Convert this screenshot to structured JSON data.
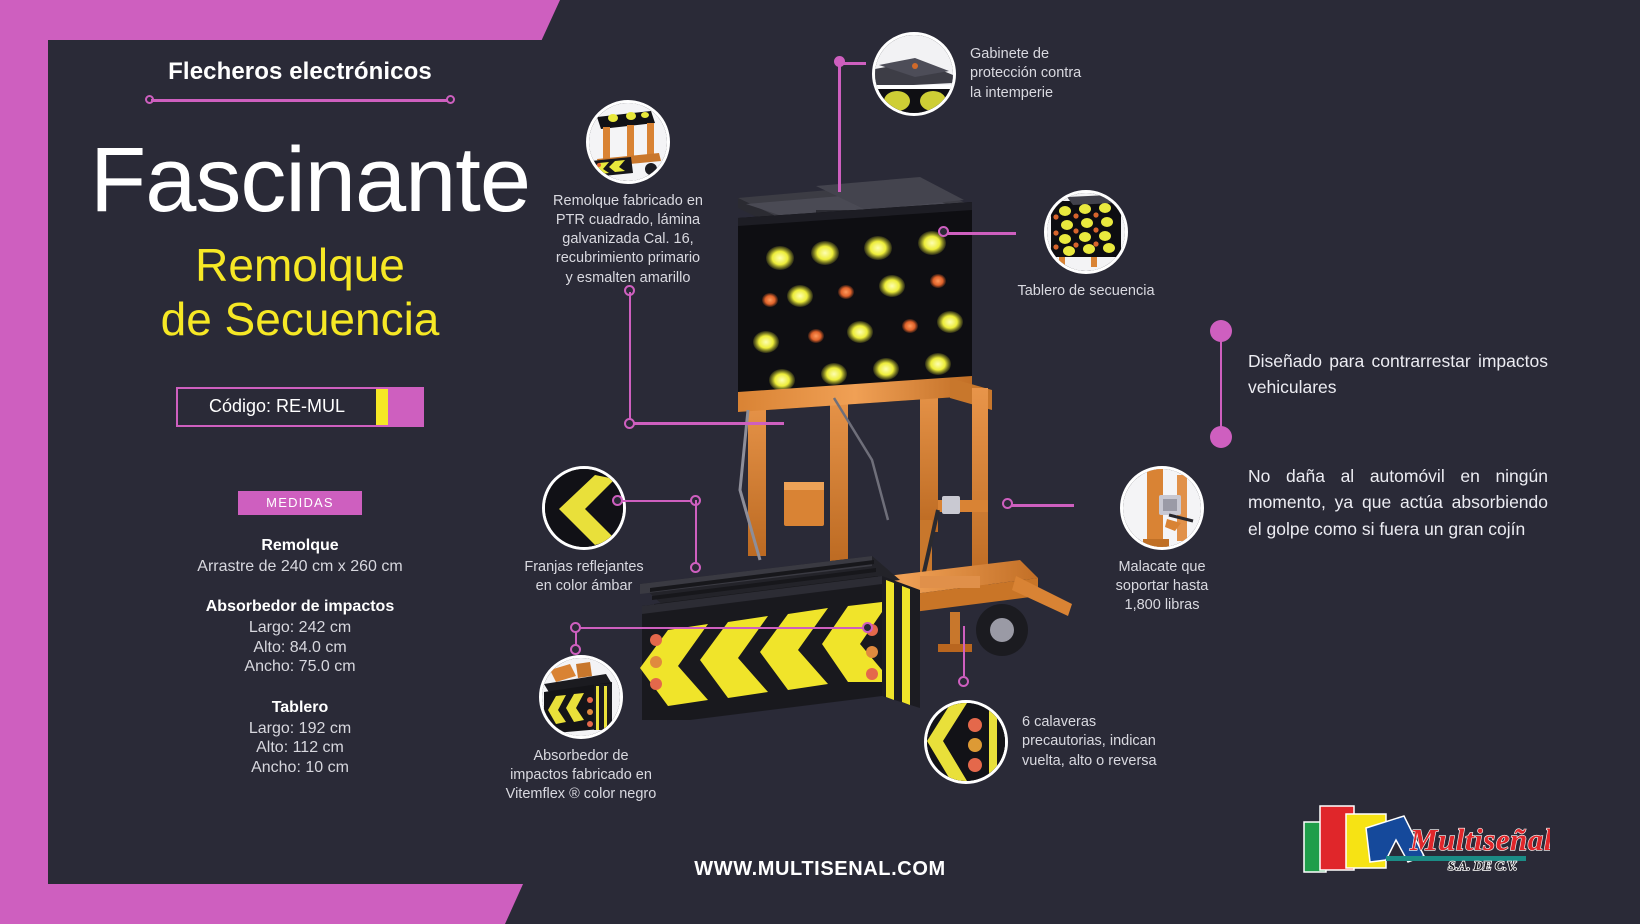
{
  "brand": {
    "colors": {
      "background": "#2a2a37",
      "accent_pink": "#ce5fbf",
      "accent_yellow": "#f6e825",
      "text_light": "#d9d9e0",
      "white": "#ffffff"
    },
    "logo_name": "Multiseñal",
    "logo_sub": "S.A. DE C.V."
  },
  "header": {
    "eyebrow": "Flecheros electrónicos",
    "headline": "Fascinante",
    "subhead_line1": "Remolque",
    "subhead_line2": "de Secuencia",
    "code_label": "Código: RE-MUL"
  },
  "measurements": {
    "tag": "MEDIDAS",
    "groups": [
      {
        "title": "Remolque",
        "lines": [
          "Arrastre de 240 cm x 260 cm"
        ]
      },
      {
        "title": "Absorbedor de impactos",
        "lines": [
          "Largo: 242 cm",
          "Alto: 84.0 cm",
          "Ancho: 75.0 cm"
        ]
      },
      {
        "title": "Tablero",
        "lines": [
          "Largo: 192 cm",
          "Alto: 112 cm",
          "Ancho: 10 cm"
        ]
      }
    ]
  },
  "callouts": [
    {
      "id": "gabinete",
      "caption": "Gabinete de\nprotección contra\nla intemperie"
    },
    {
      "id": "remolque-ptr",
      "caption": "Remolque fabricado en\nPTR cuadrado, lámina\ngalvanizada Cal. 16,\nrecubrimiento primario\ny esmalten amarillo"
    },
    {
      "id": "tablero-secuencia",
      "caption": "Tablero de secuencia"
    },
    {
      "id": "franjas-reflejantes",
      "caption": "Franjas reflejantes\nen color ámbar"
    },
    {
      "id": "malacate",
      "caption": "Malacate que\nsoportar hasta\n1,800 libras"
    },
    {
      "id": "absorbedor-vitemflex",
      "caption": "Absorbedor de\nimpactos fabricado en\nVitemflex ® color negro"
    },
    {
      "id": "calaveras",
      "caption": "6 calaveras\nprecautorias, indican\nvuelta, alto o reversa"
    }
  ],
  "features": [
    "Diseñado para contrarrestar impactos vehiculares",
    "No daña al automóvil en ningún momento, ya que actúa absorbiendo el golpe como si fuera un gran cojín"
  ],
  "footer": {
    "website": "WWW.MULTISENAL.COM"
  }
}
